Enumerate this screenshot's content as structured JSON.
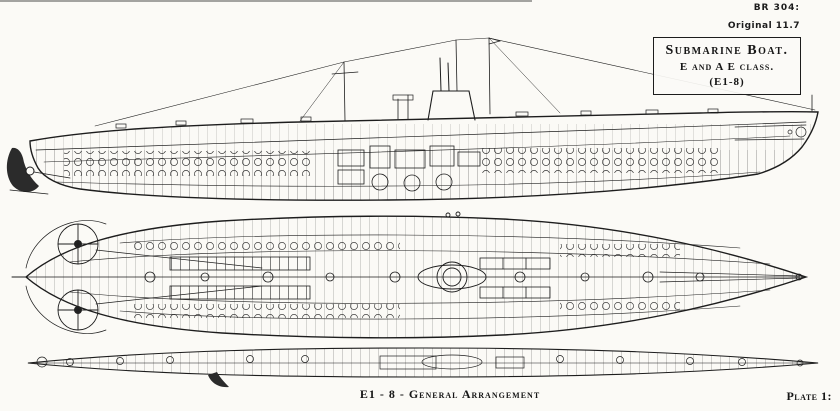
{
  "header": {
    "ref_number": "BR 304:",
    "original_note": "Original 11.7"
  },
  "title_block": {
    "line1": "Submarine Boat.",
    "line2": "E and A E class.",
    "line3": "(E1-8)"
  },
  "footer": {
    "caption": "E1 - 8 - General Arrangement",
    "plate": "Plate 1:"
  },
  "drawing": {
    "views": [
      "side-elevation",
      "upper-deck-plan",
      "keel-plan"
    ],
    "ink_color": "#1d1d1d",
    "paper_color": "#fbfaf6"
  }
}
